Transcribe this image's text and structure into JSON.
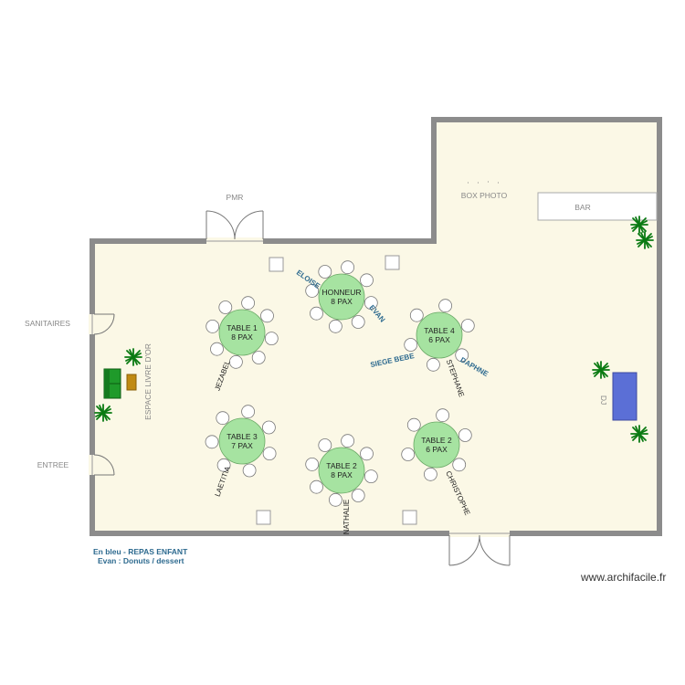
{
  "labels": {
    "pmr": "PMR",
    "sanitaires": "SANITAIRES",
    "entree": "ENTREE",
    "box_photo": "BOX PHOTO",
    "bar": "BAR",
    "espace_livre": "ESPACE LIVRE D'OR",
    "dj": "DJ"
  },
  "tables": [
    {
      "id": "honneur",
      "line1": "HONNEUR",
      "line2": "8 PAX"
    },
    {
      "id": "table1",
      "line1": "TABLE 1",
      "line2": "8 PAX"
    },
    {
      "id": "table4",
      "line1": "TABLE 4",
      "line2": "6 PAX"
    },
    {
      "id": "table3",
      "line1": "TABLE 3",
      "line2": "7 PAX"
    },
    {
      "id": "table2a",
      "line1": "TABLE 2",
      "line2": "8 PAX"
    },
    {
      "id": "table2b",
      "line1": "TABLE 2",
      "line2": "6 PAX"
    }
  ],
  "guests": {
    "eloise": "ELOISE",
    "evan": "EVAN",
    "siege_bebe": "SIEGE BEBE",
    "daphne": "DAPHNE",
    "jezabel": "JEZABEL",
    "stephane": "STEPHANE",
    "laetitia": "LAETITIA",
    "nathalie": "NATHALIE",
    "christophe": "CHRISTOPHE"
  },
  "legend": {
    "line1": "En bleu - REPAS ENFANT",
    "line2": "Evan : Donuts / dessert"
  },
  "watermark": "www.archifacile.fr",
  "colors": {
    "floor": "#fbf8e6",
    "wall": "#8c8c8c",
    "table": "#a6e3a1",
    "child_label": "#2d6a8f",
    "dj_booth": "#5b6fd6",
    "plant": "#0a7a12"
  }
}
